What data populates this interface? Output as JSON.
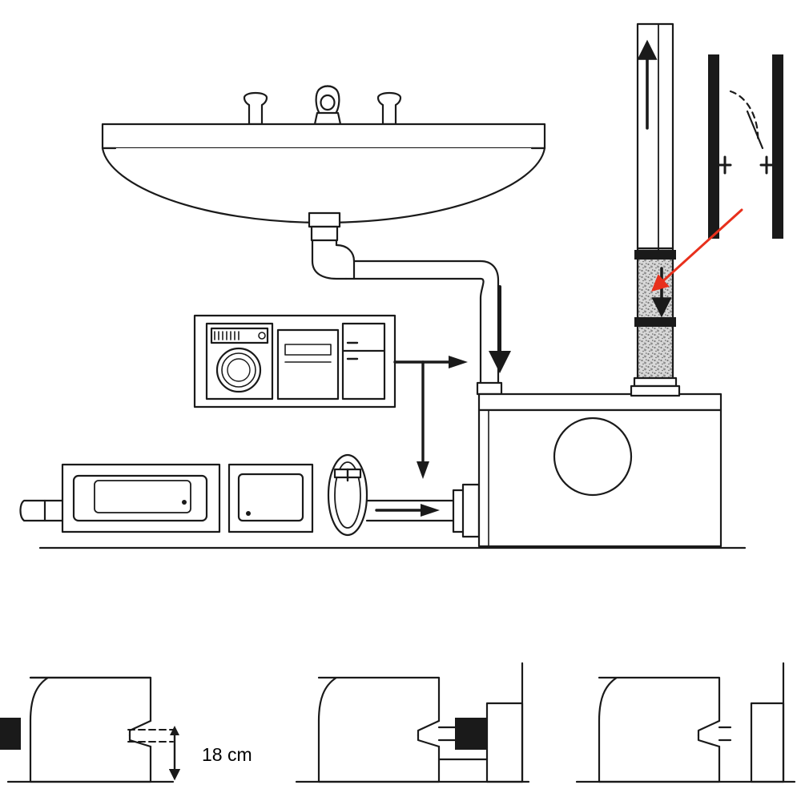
{
  "diagram": {
    "title": "Macerator pump installation diagram",
    "stroke_color": "#1a1a1a",
    "accent_color": "#e8301c",
    "fill_color": "#ffffff",
    "sections": {
      "top": {
        "name": "installation-overview",
        "appliances": {
          "washing_machine": "washing-machine",
          "dishwasher": "dishwasher",
          "fridge": "fridge"
        },
        "fixtures": {
          "basin": "wash-basin",
          "bathtub": "bathtub",
          "shower": "shower-tray",
          "toilet": "toilet"
        },
        "unit": "macerator-pump-unit",
        "discharge_pipe": "vertical-discharge-pipe"
      },
      "bottom": {
        "name": "toilet-connection-heights",
        "items": [
          {
            "name": "toilet-outlet-height",
            "measurement": "18 cm"
          },
          {
            "name": "toilet-with-pump-low",
            "measurement": ""
          },
          {
            "name": "toilet-with-pump-high",
            "measurement": ""
          }
        ]
      }
    },
    "measurements": {
      "outlet_height": "18 cm"
    }
  }
}
